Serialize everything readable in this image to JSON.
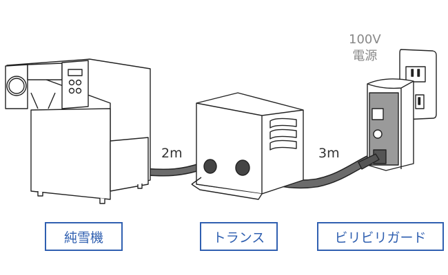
{
  "labels": {
    "machine": "純雪機",
    "transformer": "トランス",
    "guard": "ビリビリガード"
  },
  "cables": {
    "first_length": "2m",
    "second_length": "3m"
  },
  "power": {
    "voltage": "100V",
    "source": "電源"
  },
  "colors": {
    "label_border": "#2f5fb0",
    "cable": "#6b6b6b",
    "panel": "#9a9a9a"
  }
}
